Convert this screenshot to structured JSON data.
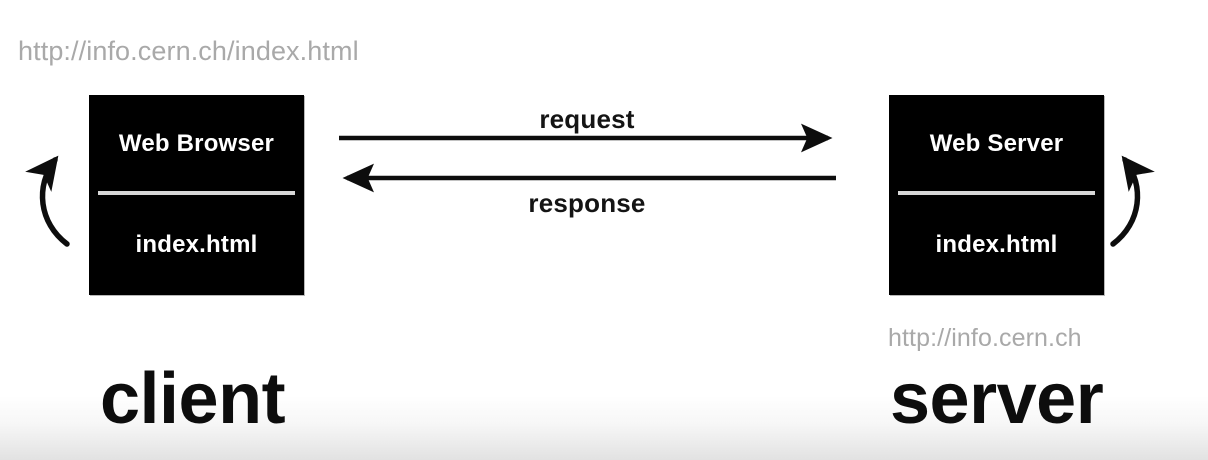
{
  "diagram": {
    "title": "Client server request response diagram",
    "background_color": "#ffffff",
    "node_color": "#000000",
    "caption_color": "#a9a9a9",
    "label_color": "#0d0d0d",
    "client": {
      "url": "http://info.cern.ch/index.html",
      "box_title": "Web Browser",
      "box_file": "index.html",
      "big_label": "client",
      "loop_arrow": "curved-up-arrow"
    },
    "server": {
      "url": "http://info.cern.ch",
      "box_title": "Web Server",
      "box_file": "index.html",
      "big_label": "server",
      "loop_arrow": "curved-up-arrow"
    },
    "connections": [
      {
        "label": "request",
        "direction": "client-to-server"
      },
      {
        "label": "response",
        "direction": "server-to-client"
      }
    ]
  }
}
